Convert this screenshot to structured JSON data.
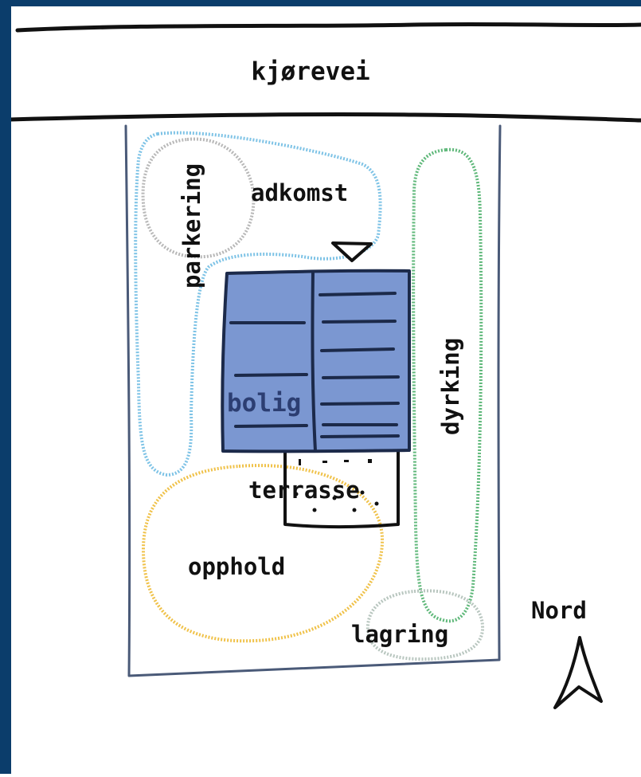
{
  "colors": {
    "frame": "#0b3d6b",
    "ink": "#111111",
    "plot_line": "#4a5a78",
    "building_fill": "#7b97d1",
    "building_line": "#1c2a4a",
    "building_label": "#2c3e72",
    "access_zone": "#7ec3e6",
    "parking_zone": "#b8b8b8",
    "crop_zone": "#5fb87a",
    "stay_zone": "#f0c24a",
    "storage_zone": "#b8c6bf"
  },
  "labels": {
    "road": "kjørevei",
    "access": "adkomst",
    "parking": "parkering",
    "dwelling": "bolig",
    "terrace": "terrasse",
    "cultivation": "dyrking",
    "stay": "opphold",
    "storage": "lagring",
    "north": "Nord"
  },
  "icons": {
    "entrance": "entrance-triangle-icon",
    "north": "north-arrow-icon"
  }
}
